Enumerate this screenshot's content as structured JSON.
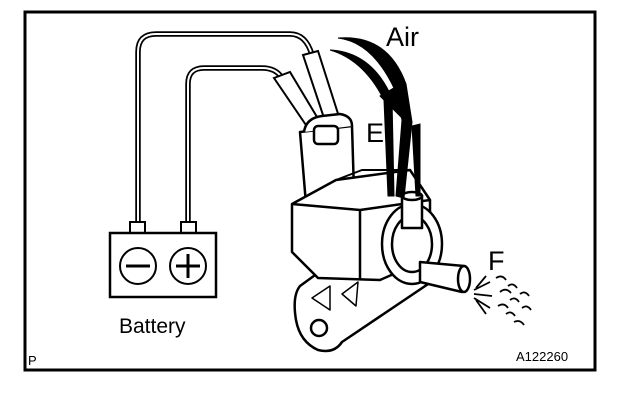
{
  "labels": {
    "air": "Air",
    "port_e": "E",
    "port_f": "F",
    "battery": "Battery",
    "corner_mark": "P",
    "figure_code": "A122260"
  },
  "battery": {
    "negative_terminal": "minus",
    "positive_terminal": "plus"
  }
}
